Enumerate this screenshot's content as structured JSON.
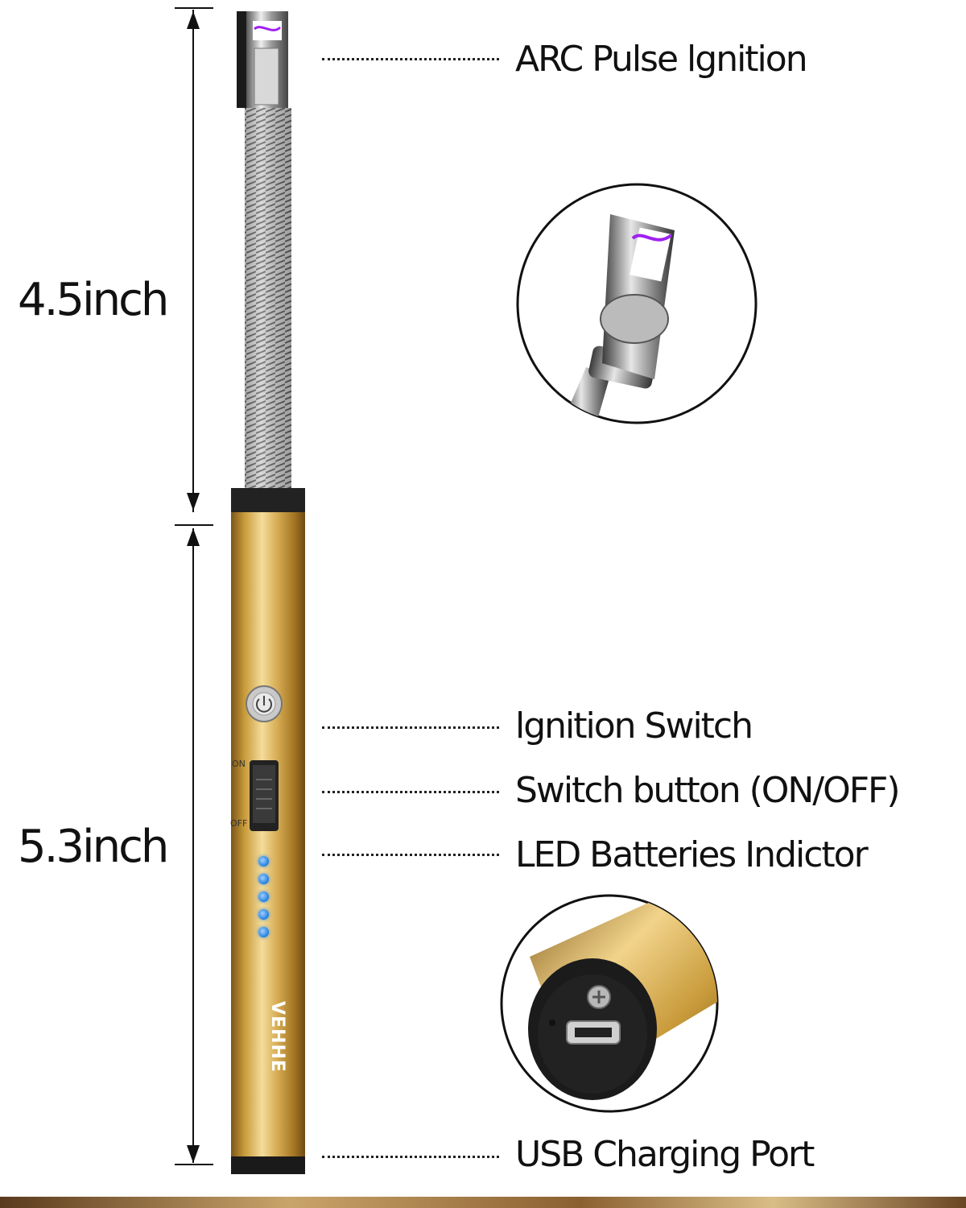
{
  "labels": {
    "arc": "ARC Pulse lgnition",
    "ignition": "lgnition Switch",
    "switch": "Switch button (ON/OFF)",
    "led": "LED Batteries Indictor",
    "usb": "USB Charging Port"
  },
  "dimensions": {
    "top": "4.5inch",
    "bottom": "5.3inch"
  },
  "switch_marks": {
    "on": "ON",
    "off": "OFF"
  },
  "brand": "VEHHE",
  "led_count": 5,
  "colors": {
    "gold": "#c89a3a",
    "led_blue": "#1e7de0",
    "arc_purple": "#a020f0"
  }
}
